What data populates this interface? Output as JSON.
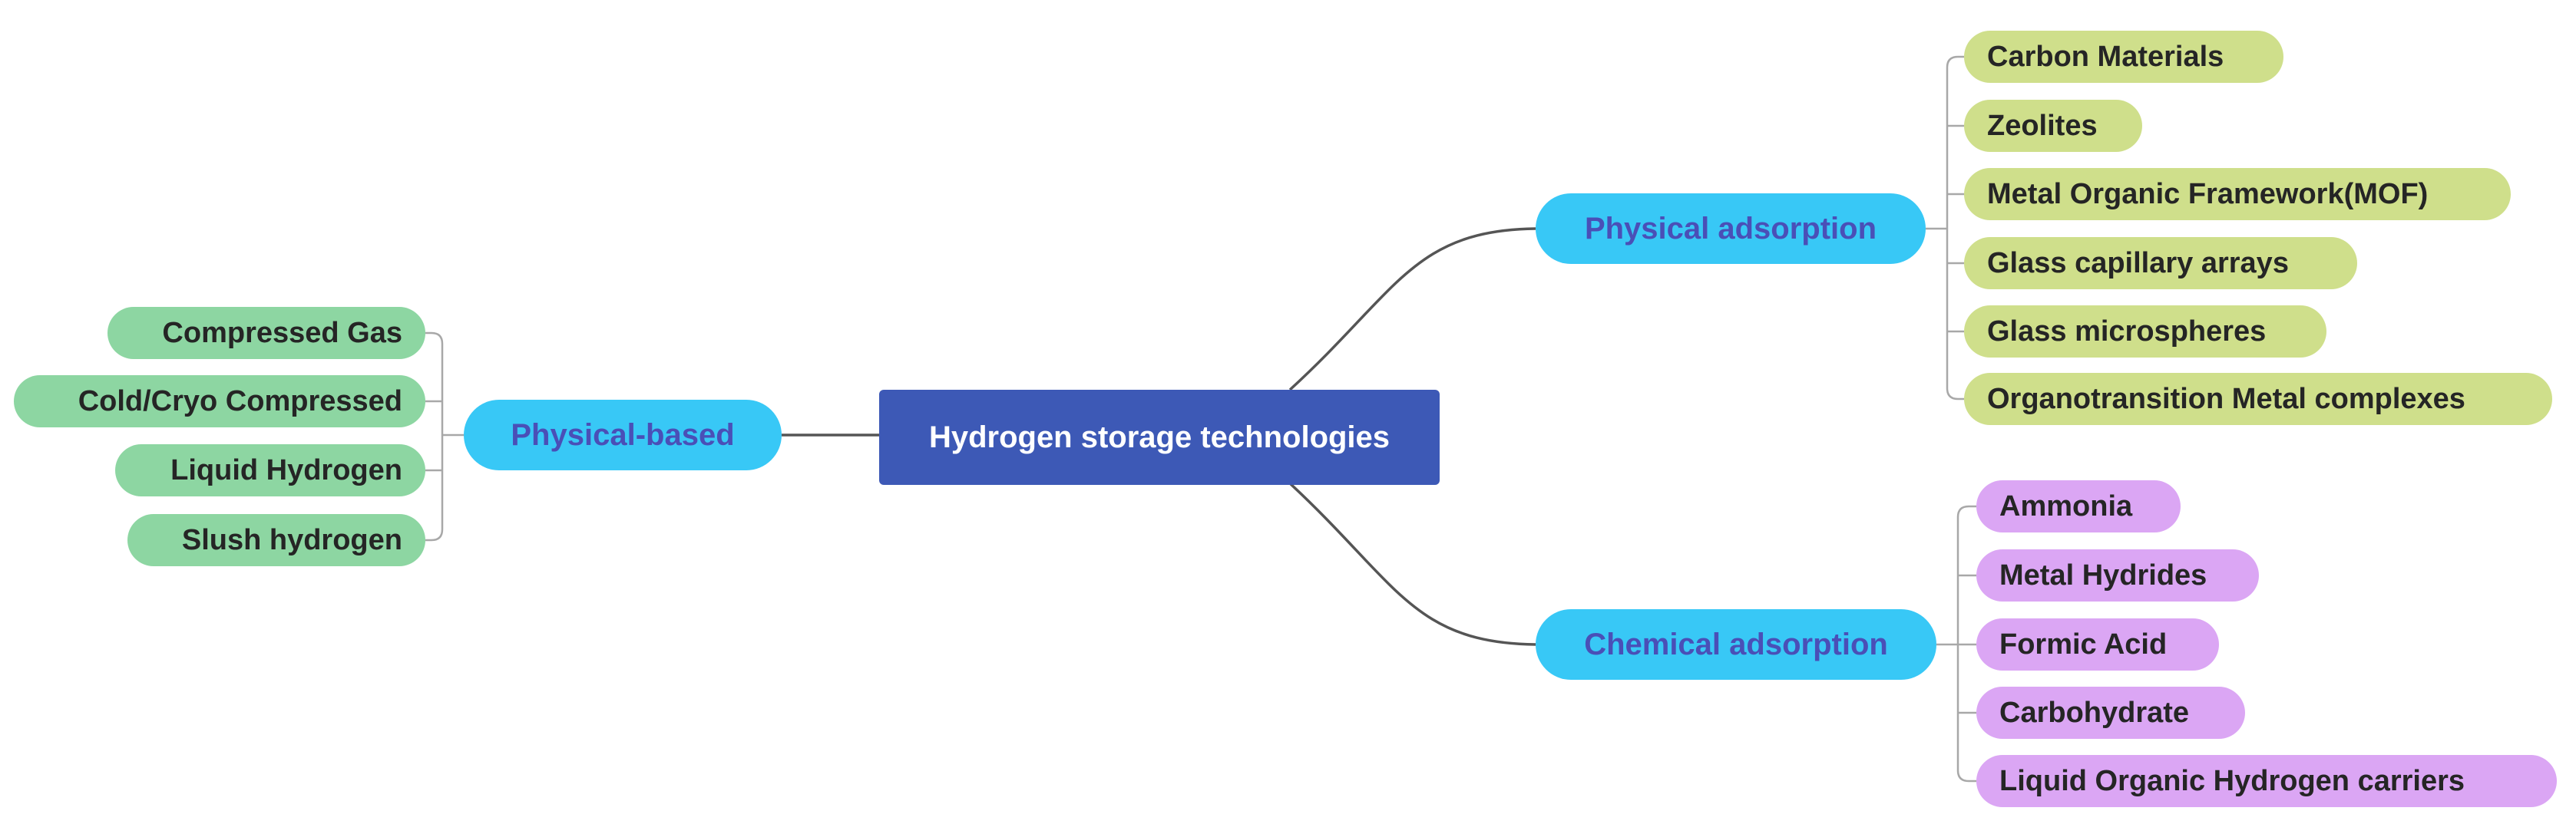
{
  "root": {
    "label": "Hydrogen storage technologies"
  },
  "branches": {
    "physical_based": {
      "label": "Physical-based",
      "leaves": [
        "Compressed Gas",
        "Cold/Cryo Compressed",
        "Liquid Hydrogen",
        "Slush hydrogen"
      ]
    },
    "physical_adsorption": {
      "label": "Physical adsorption",
      "leaves": [
        "Carbon Materials",
        "Zeolites",
        "Metal Organic Framework(MOF)",
        "Glass capillary arrays",
        "Glass microspheres",
        "Organotransition Metal complexes"
      ]
    },
    "chemical_adsorption": {
      "label": "Chemical adsorption",
      "leaves": [
        "Ammonia",
        "Metal Hydrides",
        "Formic Acid",
        "Carbohydrate",
        "Liquid Organic Hydrogen carriers"
      ]
    }
  },
  "colors": {
    "root": "#3d59b6",
    "branch": "#38c8f6",
    "branch_text": "#4a4fb7",
    "leaf_physical_based": "#8dd6a2",
    "leaf_physical_adsorption": "#cfdf8b",
    "leaf_chemical_adsorption": "#dba6f4",
    "connector": "#555555"
  }
}
